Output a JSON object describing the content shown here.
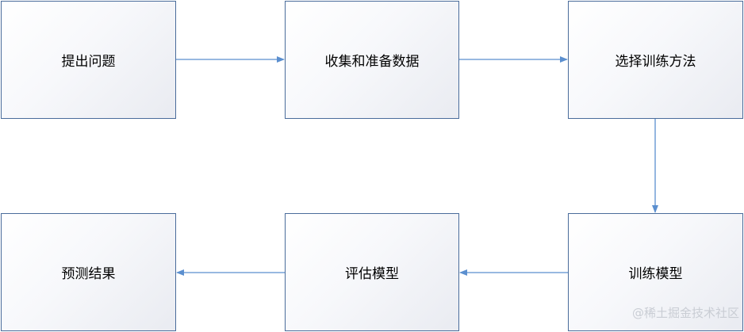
{
  "nodes": {
    "n1": "提出问题",
    "n2": "收集和准备数据",
    "n3": "选择训练方法",
    "n4": "训练模型",
    "n5": "评估模型",
    "n6": "预测结果"
  },
  "colors": {
    "border": "#4a6c9b",
    "arrow": "#5b8fcf",
    "watermark": "#c9cdd4"
  },
  "watermark": "@稀土掘金技术社区"
}
